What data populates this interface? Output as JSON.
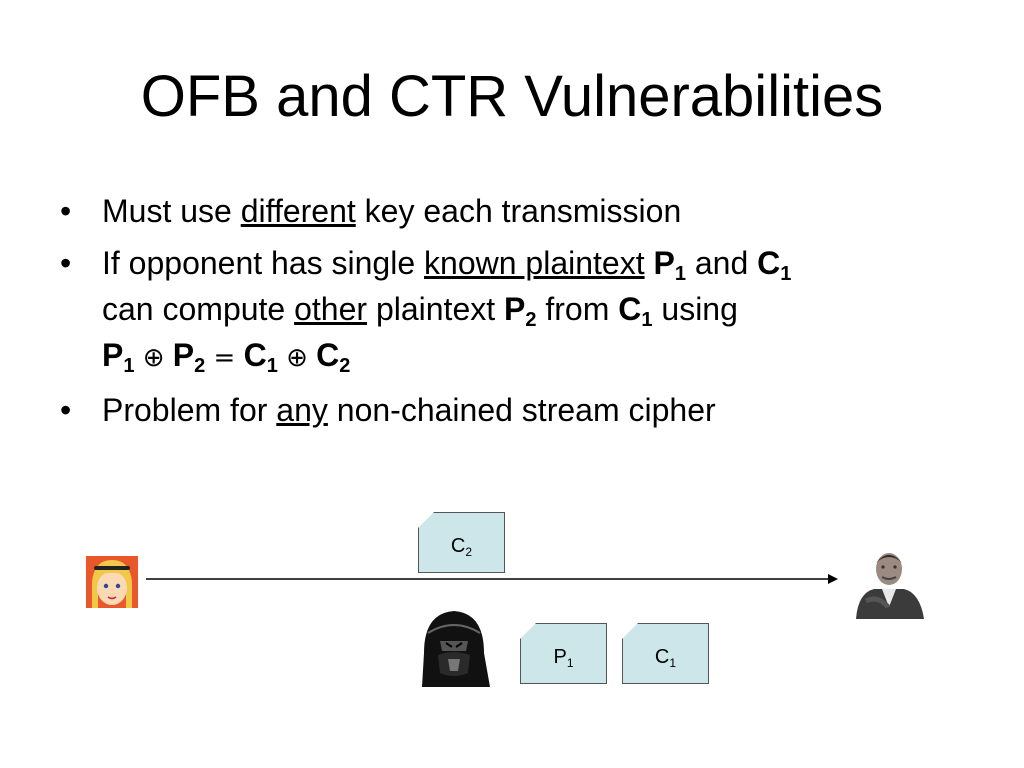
{
  "title": "OFB and CTR Vulnerabilities",
  "bullets": [
    {
      "marker": "•",
      "parts": [
        "Must use ",
        "different",
        " key each transmission"
      ]
    },
    {
      "marker": "•",
      "line1": [
        "If opponent has single ",
        "known plaintext",
        " ",
        "P",
        "1",
        " and ",
        "C",
        "1"
      ],
      "line2": [
        "can compute ",
        "other",
        " plaintext ",
        "P",
        "2",
        " from ",
        "C",
        "1",
        " using"
      ],
      "line3": [
        "P",
        "1",
        " ⊕ ",
        "P",
        "2",
        " = ",
        "C",
        "1",
        " ⊕ ",
        "C",
        "2"
      ]
    },
    {
      "marker": "•",
      "parts": [
        "Problem for ",
        "any",
        " non-chained stream cipher"
      ]
    }
  ],
  "diagram": {
    "box_top": {
      "letter": "C",
      "sub": "2"
    },
    "box_p": {
      "letter": "P",
      "sub": "1"
    },
    "box_c": {
      "letter": "C",
      "sub": "1"
    },
    "icons": [
      "alice-face-icon",
      "darth-vader-icon",
      "bob-man-icon"
    ],
    "colors": {
      "box_fill": "#cce6ea",
      "arrow": "#000000"
    }
  }
}
